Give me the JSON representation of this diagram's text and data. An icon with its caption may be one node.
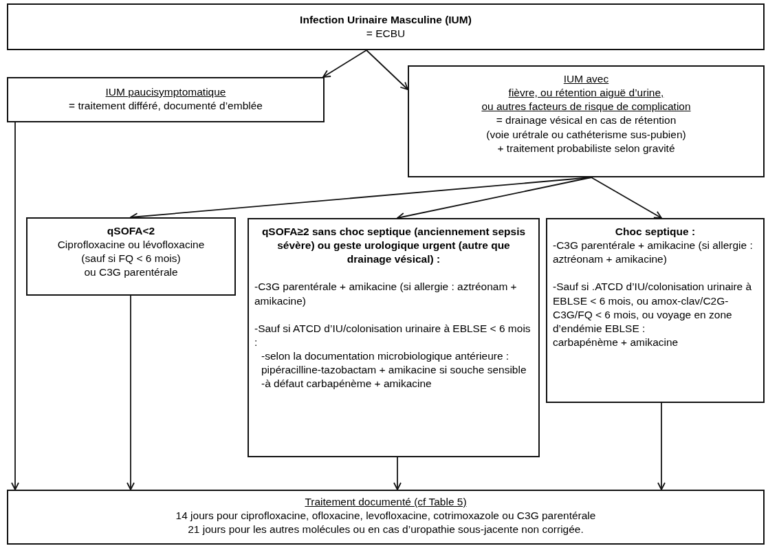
{
  "diagram": {
    "nodes": [
      {
        "text": [
          "Infection Urinaire Masculine (IUM)",
          "= ECBU"
        ]
      },
      {
        "text": [
          "IUM paucisymptomatique",
          "= traitement différé, documenté d’emblée"
        ]
      },
      {
        "text": [
          "IUM avec",
          "fièvre, ou rétention aiguë d’urine,",
          "ou autres facteurs de risque de complication",
          "= drainage vésical en cas de rétention",
          "(voie urétrale ou cathéterisme sus-pubien)",
          "+ traitement probabiliste selon gravité"
        ]
      },
      {
        "text": [
          "qSOFA<2",
          "Ciprofloxacine ou lévofloxacine",
          "(sauf si FQ < 6 mois)",
          "ou C3G parentérale"
        ]
      },
      {
        "text": [
          "qSOFA≥2 sans choc septique (anciennement sepsis sévère) ou geste urologique urgent (autre que drainage vésical) :",
          "-C3G parentérale + amikacine (si allergie : aztréonam + amikacine)",
          "-Sauf si ATCD d’IU/colonisation urinaire à EBLSE < 6 mois :",
          "-selon la documentation microbiologique antérieure :  pipéracilline-tazobactam + amikacine si souche sensible",
          "-à défaut carbapénème + amikacine"
        ]
      },
      {
        "text": [
          "Choc septique :",
          "-C3G parentérale + amikacine (si allergie : aztréonam + amikacine)",
          "-Sauf si .ATCD d’IU/colonisation urinaire à EBLSE < 6 mois, ou amox-clav/C2G-C3G/FQ < 6 mois, ou voyage en zone d’endémie EBLSE :",
          "carbapénème + amikacine"
        ]
      },
      {
        "text": [
          "Traitement documenté (cf Table 5)",
          "14 jours pour ciprofloxacine, ofloxacine, levofloxacine, cotrimoxazole ou C3G parentérale",
          "21 jours pour les autres molécules ou en cas d’uropathie sous-jacente non corrigée."
        ]
      }
    ],
    "edges": [
      {
        "from": 0,
        "to": 1,
        "arrow": "to"
      },
      {
        "from": 0,
        "to": 2,
        "arrow": "to"
      },
      {
        "from": 2,
        "to": 3,
        "arrow": "to"
      },
      {
        "from": 2,
        "to": 4,
        "arrow": "to"
      },
      {
        "from": 2,
        "to": 5,
        "arrow": "to"
      },
      {
        "from": 1,
        "to": 6,
        "arrow": "to"
      },
      {
        "from": 3,
        "to": 6,
        "arrow": "to"
      },
      {
        "from": 4,
        "to": 6,
        "arrow": "to"
      },
      {
        "from": 5,
        "to": 6,
        "arrow": "to"
      }
    ]
  }
}
